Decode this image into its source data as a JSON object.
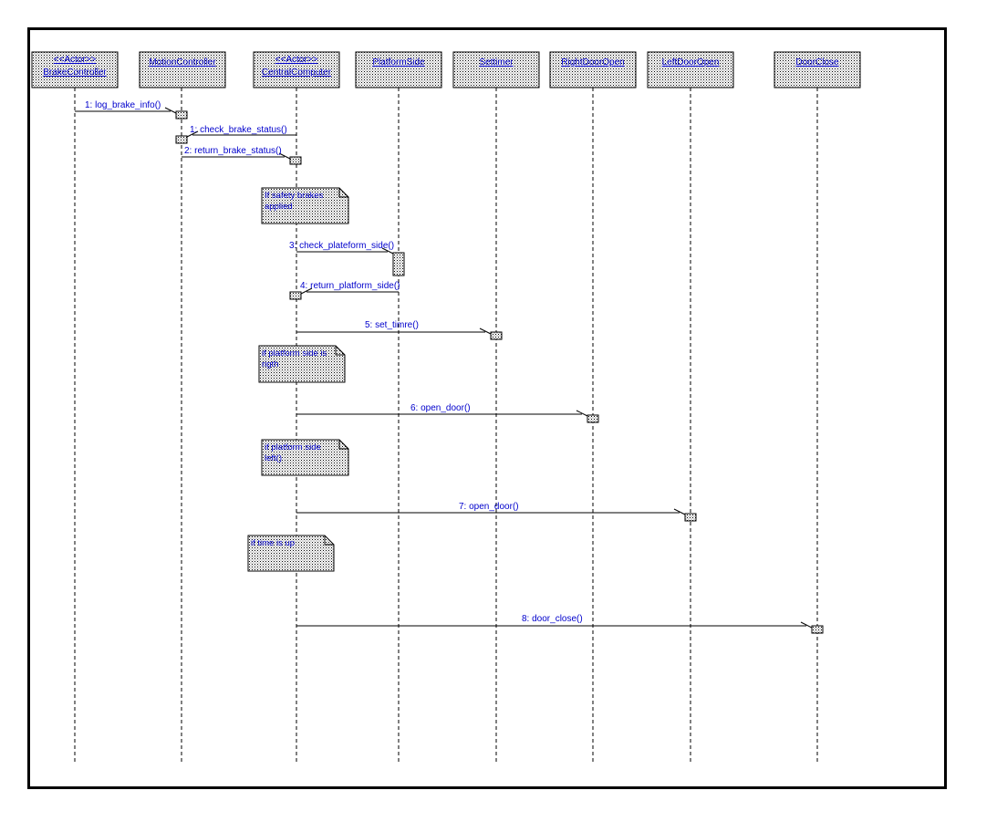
{
  "colors": {
    "frame": "#000000",
    "text": "#0000cc",
    "lifeline": "#000000",
    "box_fill": "#e0e0e0"
  },
  "participants": [
    {
      "id": "brake",
      "stereotype": "<<Actor>>",
      "name": "BrakeController"
    },
    {
      "id": "motion",
      "stereotype": "",
      "name": "MotionController"
    },
    {
      "id": "central",
      "stereotype": "<<Actor>>",
      "name": "CentralComputer"
    },
    {
      "id": "platform",
      "stereotype": "",
      "name": "PlatformSide"
    },
    {
      "id": "settimer",
      "stereotype": "",
      "name": "Settimer"
    },
    {
      "id": "rightdoor",
      "stereotype": "",
      "name": "RightDoorOpen"
    },
    {
      "id": "leftdoor",
      "stereotype": "",
      "name": "LeftDoorOpen"
    },
    {
      "id": "doorclose",
      "stereotype": "",
      "name": "DoorClose"
    }
  ],
  "messages": [
    {
      "label": "1: log_brake_info()",
      "from": "brake",
      "to": "motion"
    },
    {
      "label": "1: check_brake_status()",
      "from": "central",
      "to": "motion"
    },
    {
      "label": "2: return_brake_status()",
      "from": "motion",
      "to": "central"
    },
    {
      "label": "3: check_plateform_side()",
      "from": "central",
      "to": "platform"
    },
    {
      "label": "4: return_platform_side()",
      "from": "platform",
      "to": "central"
    },
    {
      "label": "5: set_timre()",
      "from": "central",
      "to": "settimer"
    },
    {
      "label": "6: open_door()",
      "from": "central",
      "to": "rightdoor"
    },
    {
      "label": "7: open_door()",
      "from": "central",
      "to": "leftdoor"
    },
    {
      "label": "8: door_close()",
      "from": "central",
      "to": "doorclose"
    }
  ],
  "notes": [
    {
      "lines": [
        "If safety brakes",
        "applied"
      ]
    },
    {
      "lines": [
        "if platform side is",
        "rigth"
      ]
    },
    {
      "lines": [
        "if platform side",
        "left()"
      ]
    },
    {
      "lines": [
        "if time is up"
      ]
    }
  ]
}
